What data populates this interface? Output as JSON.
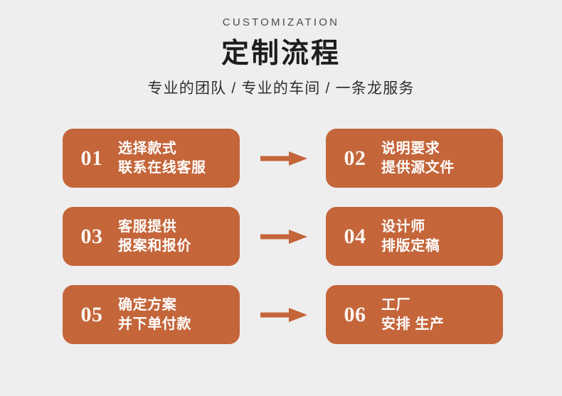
{
  "header": {
    "eyebrow": "CUSTOMIZATION",
    "title": "定制流程",
    "subtitle": "专业的团队 / 专业的车间 / 一条龙服务"
  },
  "colors": {
    "background": "#eeeeee",
    "card": "#c4653a",
    "arrow": "#c4653a",
    "card_text": "#ffffff",
    "number_text": "#fbf6f2",
    "title_text": "#1d1d1d"
  },
  "flow": {
    "rows": [
      {
        "left": {
          "number": "01",
          "line1": "选择款式",
          "line2": "联系在线客服"
        },
        "arrow": {
          "icon": "arrow-right-icon",
          "visible": true
        },
        "right": {
          "number": "02",
          "line1": "说明要求",
          "line2": "提供源文件"
        }
      },
      {
        "left": {
          "number": "03",
          "line1": "客服提供",
          "line2": "报案和报价"
        },
        "arrow": {
          "icon": "arrow-right-icon",
          "visible": true
        },
        "right": {
          "number": "04",
          "line1": "设计师",
          "line2": "排版定稿"
        }
      },
      {
        "left": {
          "number": "05",
          "line1": "确定方案",
          "line2": "并下单付款"
        },
        "arrow": {
          "icon": "arrow-right-icon",
          "visible": true
        },
        "right": {
          "number": "06",
          "line1": "工厂",
          "line2": "安排 生产"
        }
      }
    ]
  }
}
